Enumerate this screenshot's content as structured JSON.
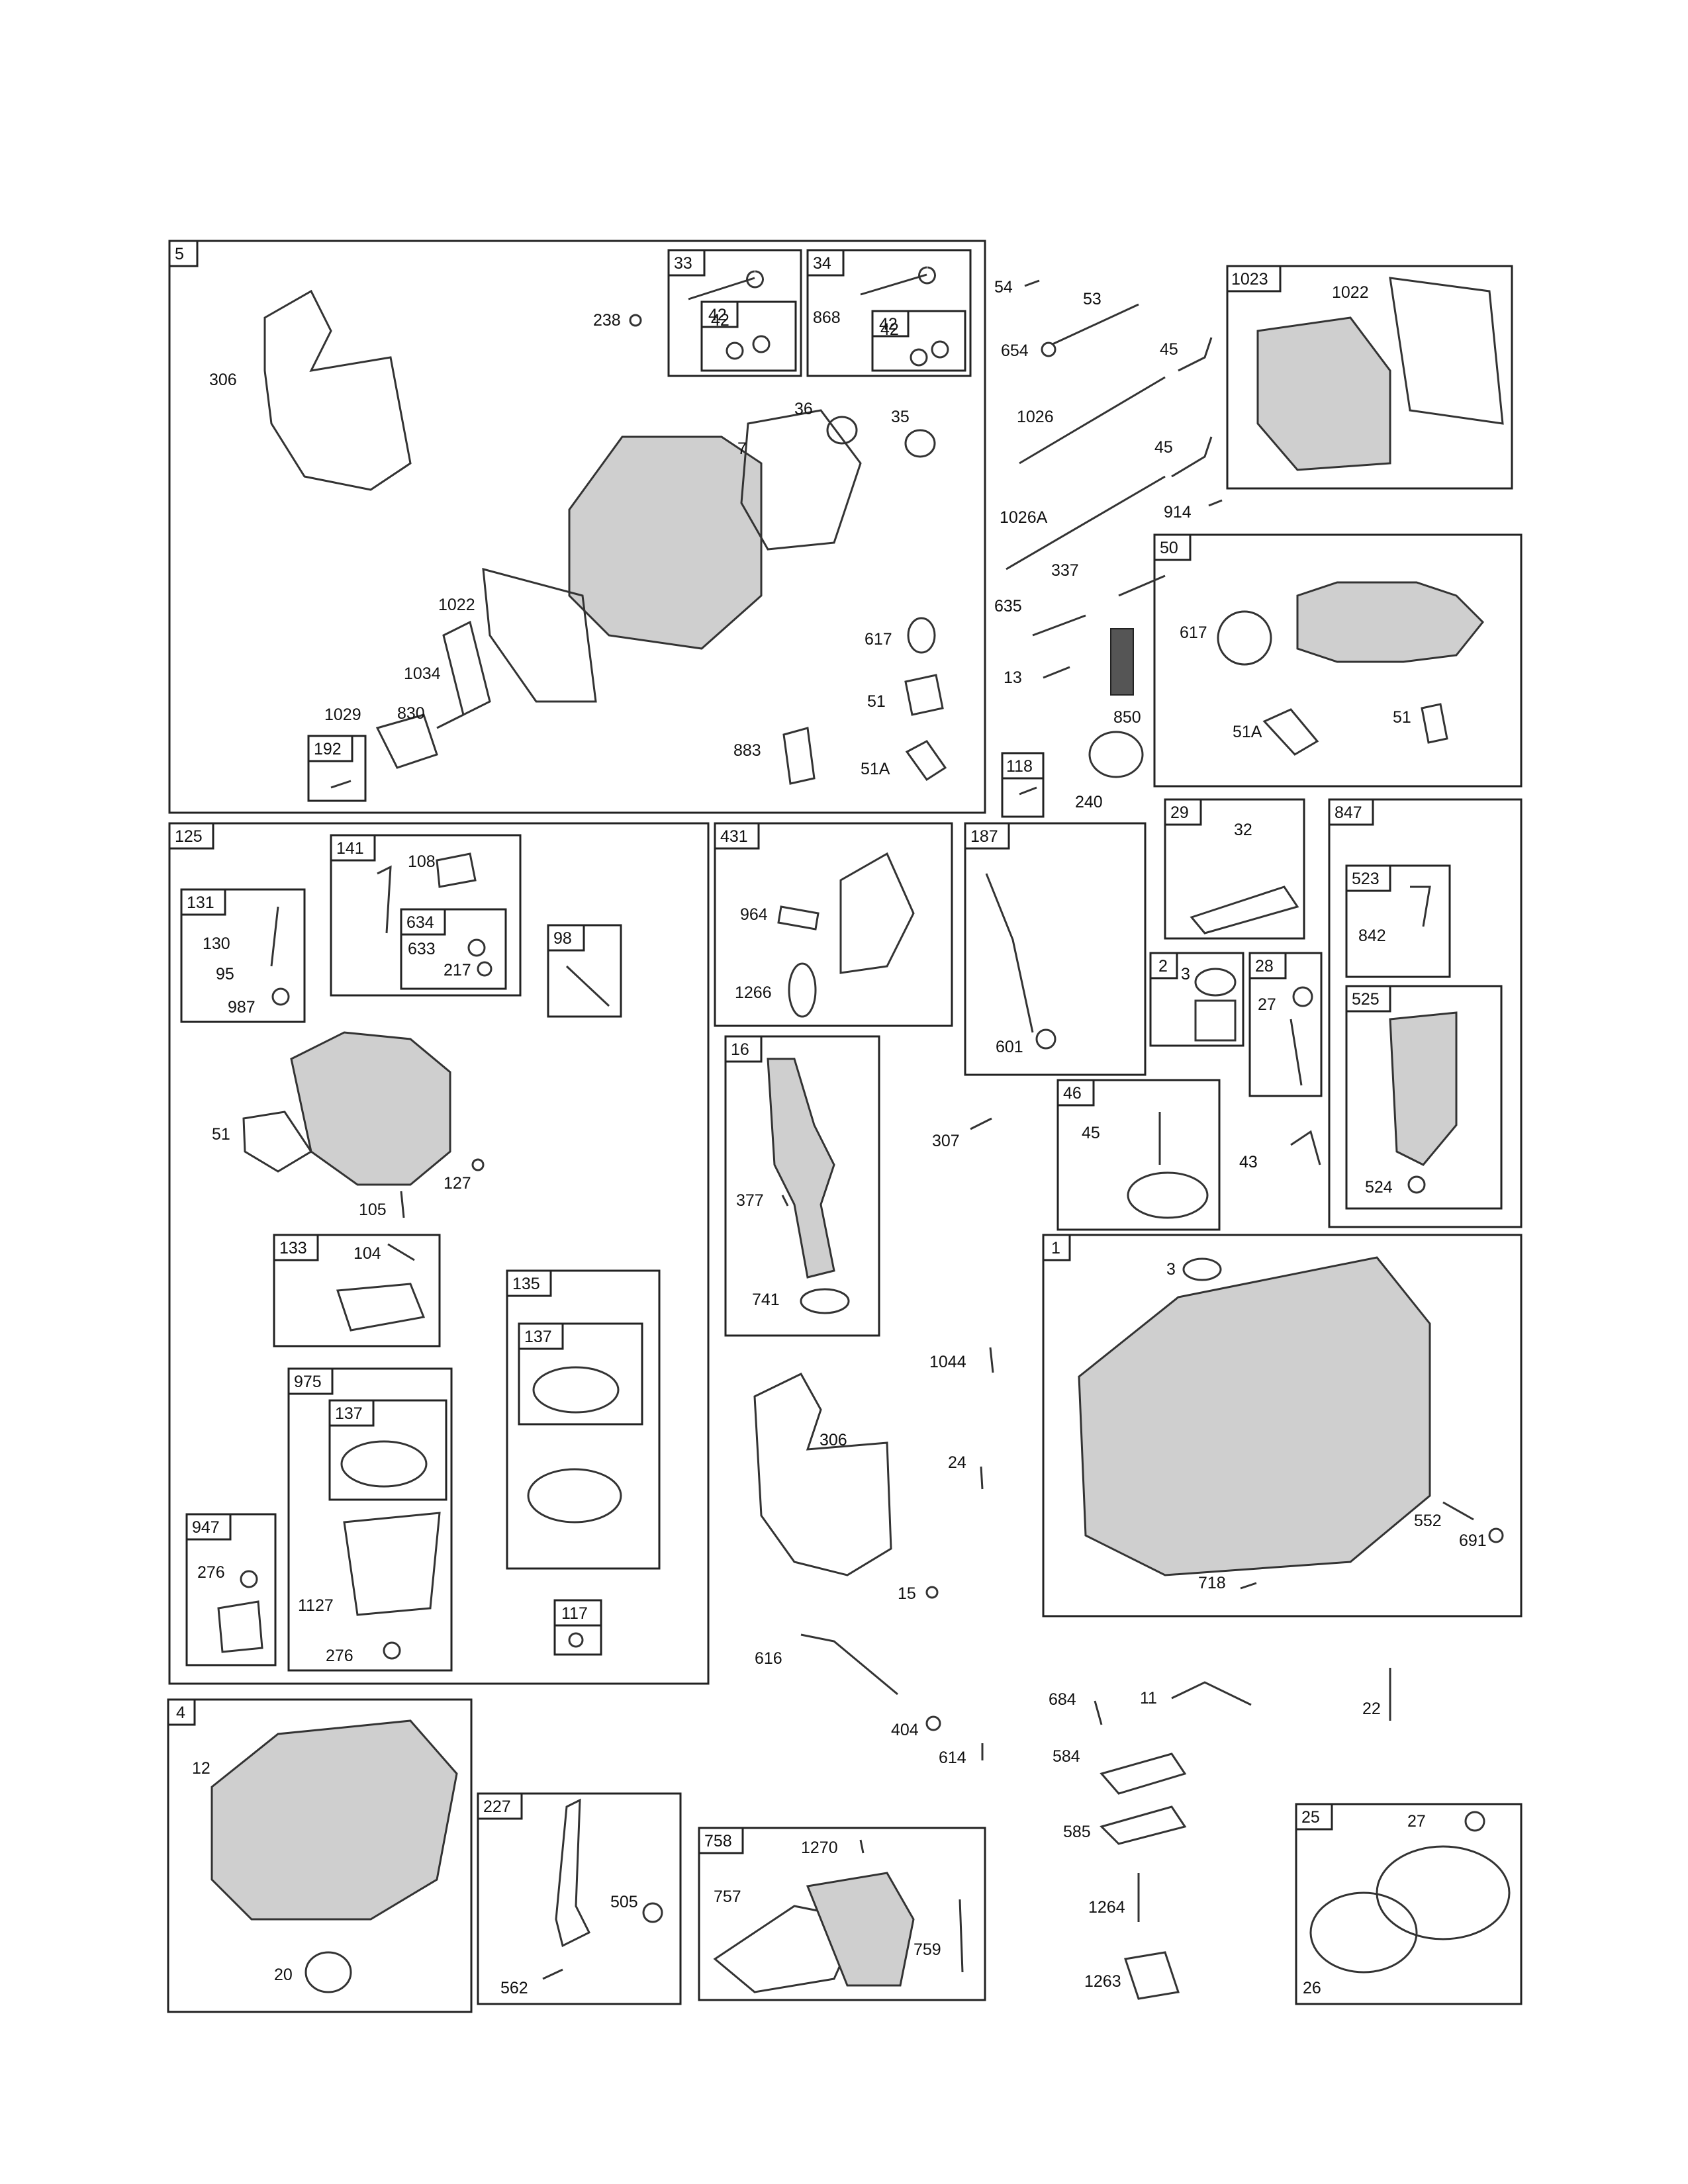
{
  "sections": {
    "s5": "5",
    "s33": "33",
    "s34": "34",
    "s42a": "42",
    "s42b": "42",
    "s1023": "1023",
    "s50": "50",
    "s192": "192",
    "s118": "118",
    "s125": "125",
    "s141": "141",
    "s131": "131",
    "s634": "634",
    "s98": "98",
    "s431": "431",
    "s187": "187",
    "s29": "29",
    "s847": "847",
    "s523": "523",
    "s2": "2",
    "s28": "28",
    "s525": "525",
    "s16": "16",
    "s46": "46",
    "s1": "1",
    "s133": "133",
    "s135": "135",
    "s137a": "137",
    "s975": "975",
    "s137b": "137",
    "s947": "947",
    "s117": "117",
    "s4": "4",
    "s227": "227",
    "s758": "758",
    "s25": "25"
  },
  "labels": {
    "l306a": "306",
    "l238": "238",
    "l42a": "42",
    "l868": "868",
    "l42b": "42",
    "l36": "36",
    "l35": "35",
    "l7": "7",
    "l1022a": "1022",
    "l1034": "1034",
    "l1029": "1029",
    "l830": "830",
    "l617a": "617",
    "l51a": "51",
    "l883": "883",
    "l51Aa": "51A",
    "l54": "54",
    "l53": "53",
    "l654": "654",
    "l45a": "45",
    "l1026": "1026",
    "l45b": "45",
    "l1026A": "1026A",
    "l914": "914",
    "l1022b": "1022",
    "l337": "337",
    "l635": "635",
    "l13": "13",
    "l850": "850",
    "l617b": "617",
    "l51Ab": "51A",
    "l51b": "51",
    "l240": "240",
    "l108": "108",
    "l130": "130",
    "l95": "95",
    "l987": "987",
    "l633": "633",
    "l217": "217",
    "l51c": "51",
    "l105": "105",
    "l127": "127",
    "l104": "104",
    "l964": "964",
    "l1266": "1266",
    "l601": "601",
    "l32": "32",
    "l3a": "3",
    "l27a": "27",
    "l842": "842",
    "l377": "377",
    "l741": "741",
    "l307": "307",
    "l45c": "45",
    "l43": "43",
    "l524": "524",
    "l3b": "3",
    "l1044": "1044",
    "l306b": "306",
    "l24": "24",
    "l552": "552",
    "l691": "691",
    "l718": "718",
    "l15": "15",
    "l276a": "276",
    "l1127": "1127",
    "l276b": "276",
    "l616": "616",
    "l404": "404",
    "l614": "614",
    "l684": "684",
    "l11": "11",
    "l22": "22",
    "l12": "12",
    "l20": "20",
    "l584": "584",
    "l505": "505",
    "l562": "562",
    "l1270": "1270",
    "l757": "757",
    "l759": "759",
    "l585": "585",
    "l1264": "1264",
    "l1263": "1263",
    "l27b": "27",
    "l26": "26"
  }
}
